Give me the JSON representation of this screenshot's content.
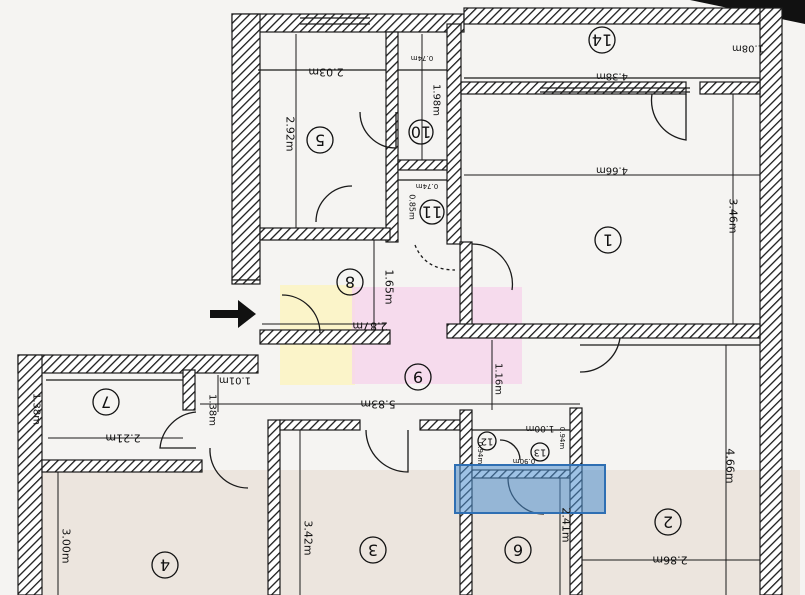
{
  "rooms": [
    {
      "id": "1",
      "label": "1"
    },
    {
      "id": "2",
      "label": "2"
    },
    {
      "id": "3",
      "label": "3"
    },
    {
      "id": "4",
      "label": "4"
    },
    {
      "id": "5",
      "label": "5"
    },
    {
      "id": "6",
      "label": "6"
    },
    {
      "id": "7",
      "label": "7"
    },
    {
      "id": "8",
      "label": "8"
    },
    {
      "id": "9",
      "label": "9"
    },
    {
      "id": "10",
      "label": "10"
    },
    {
      "id": "11",
      "label": "11"
    },
    {
      "id": "12",
      "label": "12"
    },
    {
      "id": "13",
      "label": "13"
    },
    {
      "id": "14",
      "label": "14"
    }
  ],
  "dimensions": {
    "d_108": "1.08m",
    "d_438": "4.38m",
    "d_074a": "0.74m",
    "d_203": "2.03m",
    "d_198": "1.98m",
    "d_292": "2.92m",
    "d_466a": "4.66m",
    "d_074b": "0.74m",
    "d_085": "0.85m",
    "d_346": "3.46m",
    "d_165": "1.65m",
    "d_287": "2.87m",
    "d_101": "1.01m",
    "d_116": "1.16m",
    "d_138a": "1.38m",
    "d_221": "2.21m",
    "d_138b": "1.38m",
    "d_583": "5.83m",
    "d_100": "1.00m",
    "d_094a": "0.94m",
    "d_094b": "0.94m",
    "d_090": "0.90m",
    "d_466b": "4.66m",
    "d_342": "3.42m",
    "d_300": "3.00m",
    "d_241": "2.41m",
    "d_286": "2.86m"
  },
  "colors": {
    "wall": "#1a1a1a",
    "overlay_yellow": "#fbf3c2",
    "overlay_pink": "#f6d6ec",
    "overlay_blue": "#4f8fd0"
  },
  "icons": {
    "entry_arrow": "arrow-right-icon"
  }
}
